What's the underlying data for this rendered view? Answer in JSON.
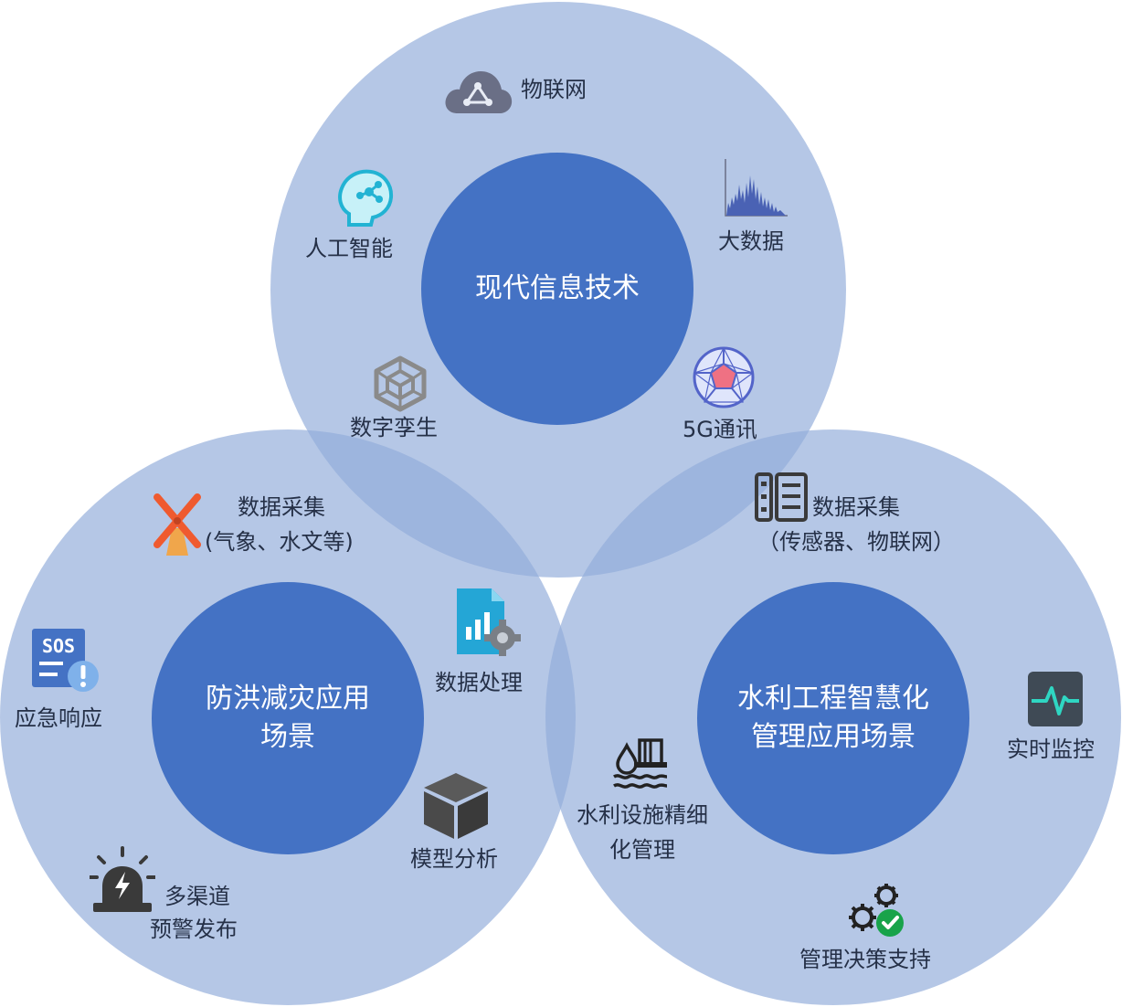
{
  "top": {
    "title": "现代信息技术",
    "items": {
      "iot": "物联网",
      "ai": "人工智能",
      "bigdata": "大数据",
      "twin": "数字孪生",
      "fiveg": "5G通讯"
    }
  },
  "left": {
    "title_line1": "防洪减灾应用",
    "title_line2": "场景",
    "items": {
      "collect_line1": "数据采集",
      "collect_line2": "(气象、水文等)",
      "process": "数据处理",
      "emergency": "应急响应",
      "model": "模型分析",
      "warn_line1": "多渠道",
      "warn_line2": "预警发布"
    }
  },
  "right": {
    "title_line1": "水利工程智慧化",
    "title_line2": "管理应用场景",
    "items": {
      "collect_line1": "数据采集",
      "collect_line2": "（传感器、物联网）",
      "monitor": "实时监控",
      "facility_line1": "水利设施精细",
      "facility_line2": "化管理",
      "decision": "管理决策支持"
    }
  },
  "colors": {
    "outer_circle": "#92acda",
    "core_circle": "#4472c4"
  }
}
